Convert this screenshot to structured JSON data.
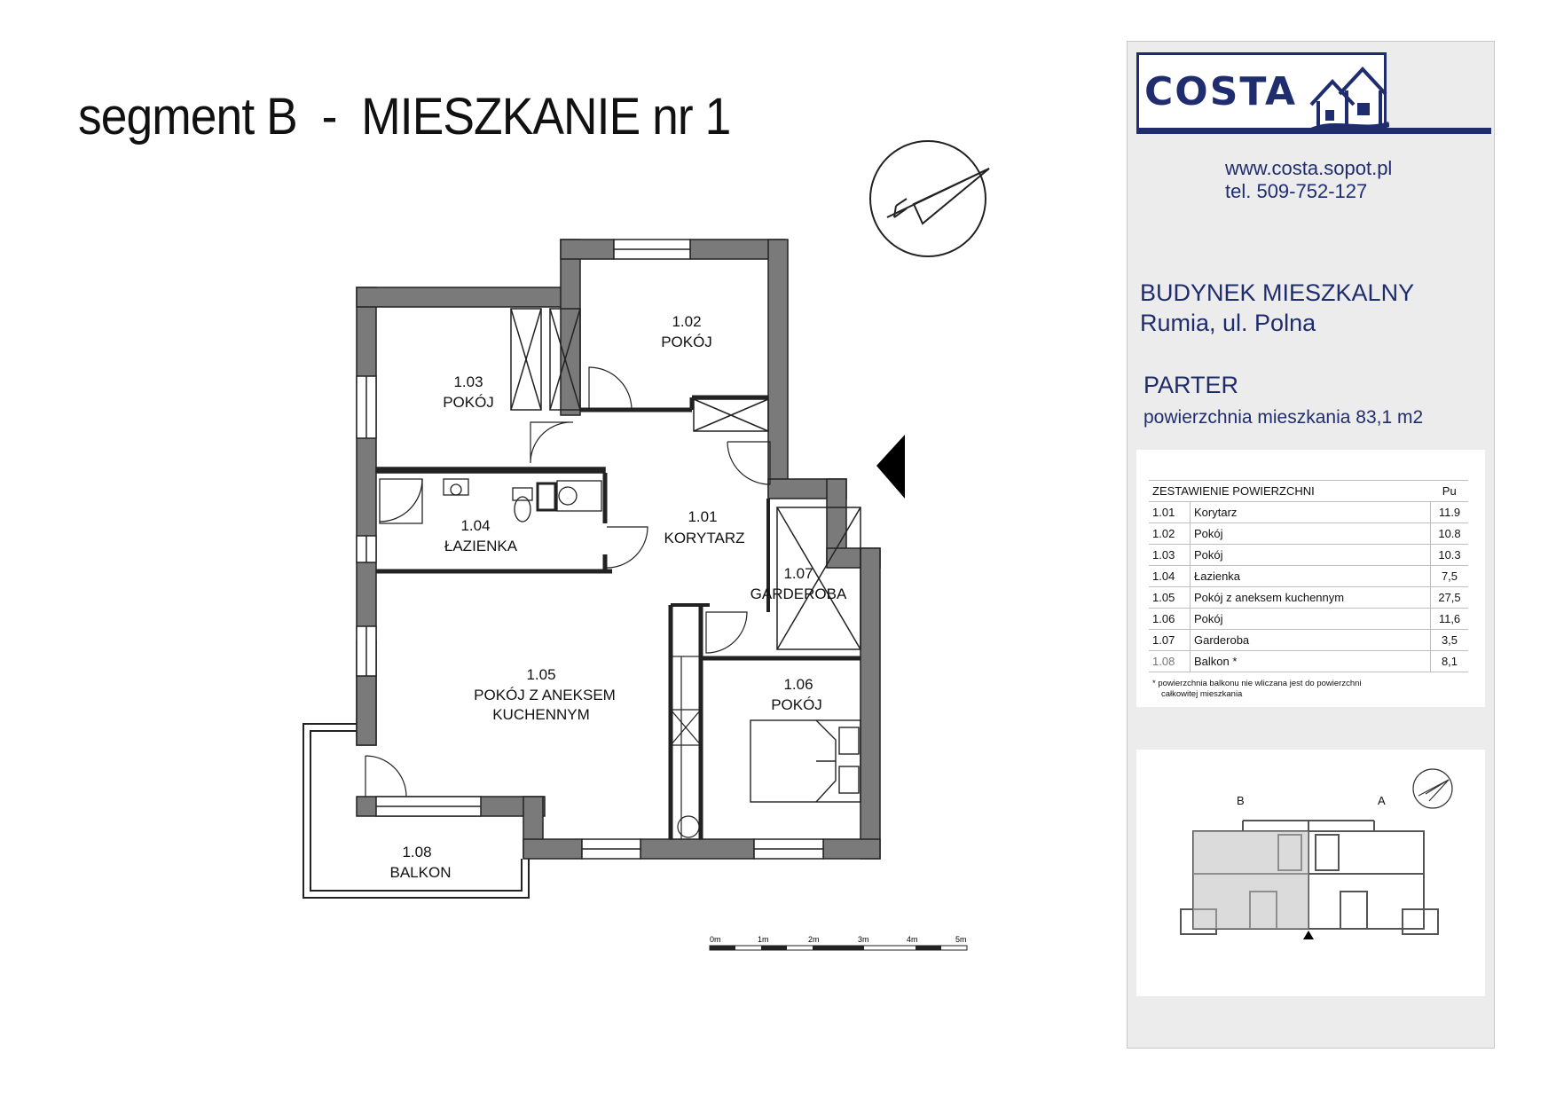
{
  "header": {
    "title": "segment B  -  MIESZKANIE nr 1"
  },
  "rooms": [
    {
      "id": "room-1-01",
      "number": "1.01",
      "name": "KORYTARZ"
    },
    {
      "id": "room-1-02",
      "number": "1.02",
      "name": "POKÓJ"
    },
    {
      "id": "room-1-03",
      "number": "1.03",
      "name": "POKÓJ"
    },
    {
      "id": "room-1-04",
      "number": "1.04",
      "name": "ŁAZIENKA"
    },
    {
      "id": "room-1-05",
      "number": "1.05",
      "name_line1": "POKÓJ Z ANEKSEM",
      "name_line2": "KUCHENNYM"
    },
    {
      "id": "room-1-06",
      "number": "1.06",
      "name": "POKÓJ"
    },
    {
      "id": "room-1-07",
      "number": "1.07",
      "name": "GARDEROBA"
    },
    {
      "id": "room-1-08",
      "number": "1.08",
      "name": "BALKON"
    }
  ],
  "scale_bar": {
    "ticks": [
      "0m",
      "1m",
      "2m",
      "3m",
      "4m",
      "5m"
    ]
  },
  "panel": {
    "logo_text": "COSTA",
    "website": "www.costa.sopot.pl",
    "phone": "tel. 509-752-127",
    "building_line1": "BUDYNEK MIESZKALNY",
    "building_line2": "Rumia, ul. Polna",
    "floor": "PARTER",
    "area_text": "powierzchnia mieszkania 83,1 m2",
    "table": {
      "title": "ZESTAWIENIE POWIERZCHNI",
      "unit_header": "Pu",
      "rows": [
        {
          "no": "1.01",
          "name": "Korytarz",
          "area": "11.9"
        },
        {
          "no": "1.02",
          "name": "Pokój",
          "area": "10.8"
        },
        {
          "no": "1.03",
          "name": "Pokój",
          "area": "10.3"
        },
        {
          "no": "1.04",
          "name": "Łazienka",
          "area": "7,5"
        },
        {
          "no": "1.05",
          "name": "Pokój  z aneksem kuchennym",
          "area": "27,5"
        },
        {
          "no": "1.06",
          "name": "Pokój",
          "area": "11,6"
        },
        {
          "no": "1.07",
          "name": "Garderoba",
          "area": "3,5"
        },
        {
          "no": "1.08",
          "name": "Balkon *",
          "area": "8,1"
        }
      ],
      "footnote_line1": "* powierzchnia balkonu nie wliczana jest do powierzchni",
      "footnote_line2": "całkowitej mieszkania"
    },
    "keyplan": {
      "label_b": "B",
      "label_a": "A"
    }
  },
  "colors": {
    "wall": "#7a7a7a",
    "brand": "#1f2d6e",
    "panel_bg": "#ececec"
  }
}
